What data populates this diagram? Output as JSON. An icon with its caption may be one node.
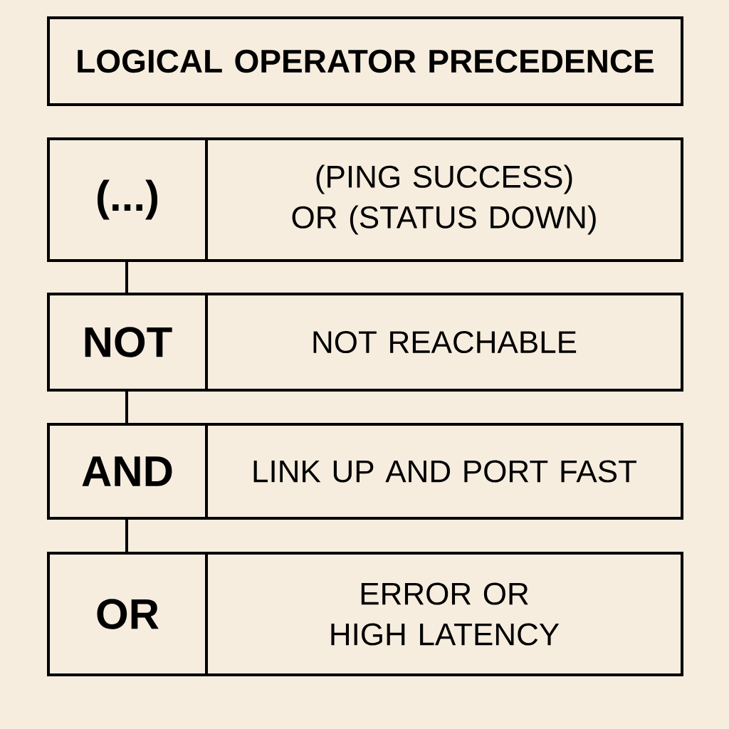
{
  "diagram": {
    "nodes": [
      {
        "text": [
          "LOGICAL OPERATOR PRECEDENCE"
        ]
      },
      {
        "text": [
          "(...)"
        ]
      },
      {
        "text": [
          "(PING SUCCESS) OR (STATUS DOWN)"
        ]
      },
      {
        "text": [
          "NOT"
        ]
      },
      {
        "text": [
          "NOT REACHABLE"
        ]
      },
      {
        "text": [
          "AND"
        ]
      },
      {
        "text": [
          "LINK UP AND PORT FAST"
        ]
      },
      {
        "text": [
          "OR"
        ]
      },
      {
        "text": [
          "ERROR OR HIGH LATENCY"
        ]
      }
    ],
    "edges": [
      {
        "from": 1,
        "to": 3,
        "arrow": "none"
      },
      {
        "from": 3,
        "to": 5,
        "arrow": "none"
      },
      {
        "from": 5,
        "to": 7,
        "arrow": "none"
      }
    ]
  }
}
